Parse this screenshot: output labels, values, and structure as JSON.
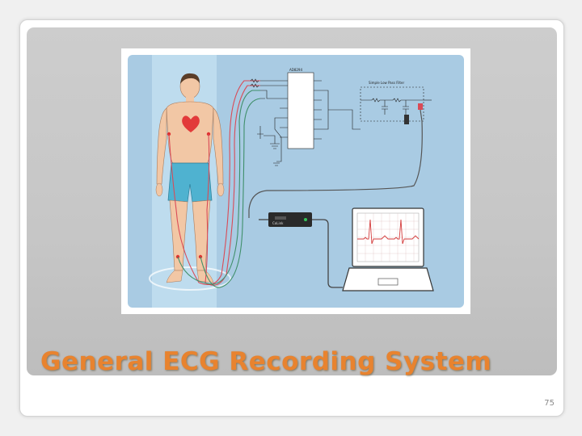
{
  "slide": {
    "title": "General ECG Recording System",
    "page_number": "75"
  },
  "diagram": {
    "amplifier_chip_label": "AD8294",
    "filter_box_label": "Simple Low Pass Filter",
    "recorder_label": "CoLink",
    "colors": {
      "background": "#a9cbe3",
      "skin": "#f2c7a5",
      "shorts": "#4fb2d0",
      "heart": "#e23a3a",
      "electrode": "#e03030",
      "lead_red": "#d94b57",
      "lead_green": "#3f8f6a",
      "trace": "#d43b3b",
      "title_accent": "#e8832f"
    }
  }
}
